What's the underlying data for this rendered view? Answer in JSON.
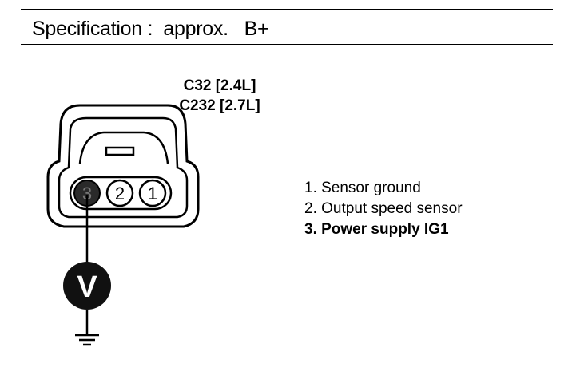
{
  "specification": {
    "text": "Specification :  approx.   B+"
  },
  "connector": {
    "label_primary": "C32 [2.4L]",
    "label_secondary": "C232 [2.7L]",
    "pins": [
      {
        "number": "3",
        "filled": true
      },
      {
        "number": "2",
        "filled": false
      },
      {
        "number": "1",
        "filled": false
      }
    ]
  },
  "meter": {
    "symbol": "V"
  },
  "legend": {
    "items": [
      "1. Sensor ground",
      "2. Output speed sensor",
      "3. Power supply IG1"
    ]
  }
}
